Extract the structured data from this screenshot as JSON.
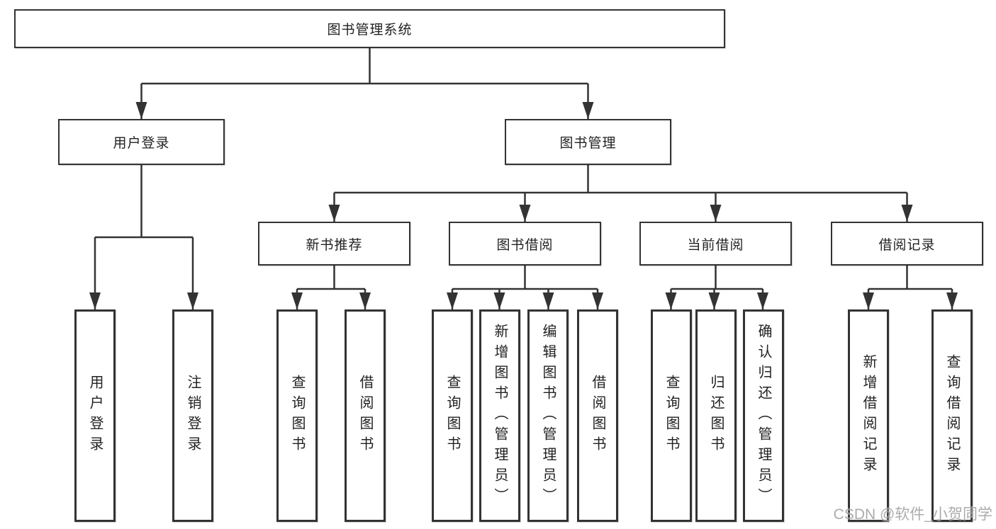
{
  "diagram_title": "图书管理系统",
  "nodes": {
    "root": "图书管理系统",
    "user_login": "用户登录",
    "book_mgmt": "图书管理",
    "new_book": "新书推荐",
    "book_borrow": "图书借阅",
    "current_borrow": "当前借阅",
    "borrow_records": "借阅记录",
    "ul_login": "用户登录",
    "ul_logout": "注销登录",
    "nb_query": "查询图书",
    "nb_borrow": "借阅图书",
    "bb_query": "查询图书",
    "bb_add": "新增图书（管理员）",
    "bb_edit": "编辑图书（管理员）",
    "bb_borrow": "借阅图书",
    "cb_query": "查询图书",
    "cb_return": "归还图书",
    "cb_confirm": "确认归还（管理员）",
    "br_add": "新增借阅记录",
    "br_query": "查询借阅记录"
  },
  "colors": {
    "line": "#333333",
    "text": "#222222",
    "box_background": "#ffffff",
    "watermark": "#949494"
  },
  "watermark": "CSDN @软件_小贺同学"
}
